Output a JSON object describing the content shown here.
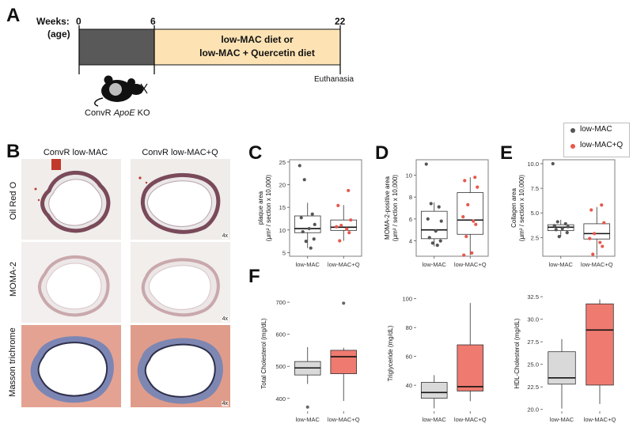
{
  "panels": {
    "a": "A",
    "b": "B",
    "c": "C",
    "d": "D",
    "e": "E",
    "f": "F"
  },
  "timeline": {
    "weeks_label": "Weeks:",
    "age_label": "(age)",
    "tick_start": "0",
    "tick_mid": "6",
    "tick_end": "22",
    "diet_line1": "low-MAC diet or",
    "diet_line2": "low-MAC + Quercetin diet",
    "euthanasia": "Euthanasia",
    "mouse_prefix": "ConvR ",
    "mouse_gene": "ApoE",
    "mouse_suffix": " KO",
    "colors": {
      "phase1": "#595959",
      "phase2": "#fde3b4"
    }
  },
  "histology": {
    "col_headers": [
      "ConvR low-MAC",
      "ConvR low-MAC+Q"
    ],
    "row_labels": [
      "Oil Red O",
      "MOMA-2",
      "Masson trichrome"
    ],
    "magnification": "4x"
  },
  "legend": {
    "entries": [
      {
        "label": "low-MAC",
        "color": "#555555"
      },
      {
        "label": "low-MAC+Q",
        "color": "#e8584c"
      }
    ]
  },
  "chart_data": [
    {
      "panel": "C",
      "type": "scatter",
      "ylabel_line1": "plaque area",
      "ylabel_line2": "(μm² / section x 10,000)",
      "categories": [
        "low-MAC",
        "low-MAC+Q"
      ],
      "ylim": [
        4.2,
        25.5
      ],
      "yticks": [
        5,
        10,
        15,
        20,
        25
      ],
      "boxes": [
        {
          "q1": 9.4,
          "median": 10.3,
          "q3": 13.1,
          "min": 6.0,
          "max": 16.0
        },
        {
          "q1": 9.9,
          "median": 10.6,
          "q3": 12.2,
          "min": 7.6,
          "max": 15.5
        }
      ],
      "series": [
        {
          "name": "low-MAC",
          "values": [
            24.2,
            21.1,
            13.5,
            12.7,
            11.2,
            10.3,
            9.6,
            8.0,
            7.5,
            6.0
          ]
        },
        {
          "name": "low-MAC+Q",
          "values": [
            18.7,
            15.4,
            12.2,
            11.0,
            10.7,
            10.2,
            9.4,
            7.6
          ]
        }
      ]
    },
    {
      "panel": "D",
      "type": "scatter",
      "ylabel_line1": "MOMA-2-positive area",
      "ylabel_line2": "(μm² / section x 10,000)",
      "categories": [
        "low-MAC",
        "low-MAC+Q"
      ],
      "ylim": [
        2.6,
        11.4
      ],
      "yticks": [
        4,
        6,
        8,
        10
      ],
      "boxes": [
        {
          "q1": 4.2,
          "median": 5.0,
          "q3": 6.7,
          "min": 3.5,
          "max": 7.5
        },
        {
          "q1": 4.6,
          "median": 5.9,
          "q3": 8.4,
          "min": 2.7,
          "max": 9.8
        }
      ],
      "series": [
        {
          "name": "low-MAC",
          "values": [
            11.0,
            7.4,
            7.1,
            6.0,
            5.8,
            4.9,
            4.3,
            4.0,
            3.8,
            3.6
          ]
        },
        {
          "name": "low-MAC+Q",
          "values": [
            9.8,
            9.5,
            8.9,
            7.3,
            6.2,
            5.8,
            5.5,
            4.4,
            2.9,
            2.7
          ]
        }
      ]
    },
    {
      "panel": "E",
      "type": "scatter",
      "ylabel_line1": "Collagen area",
      "ylabel_line2": "(μm² / section x 10,000)",
      "categories": [
        "low-MAC",
        "low-MAC+Q"
      ],
      "ylim": [
        0.6,
        10.4
      ],
      "yticks": [
        2.5,
        5.0,
        7.5,
        10.0
      ],
      "ytick_labels": [
        "2.5",
        "5.0",
        "7.5",
        "10.0"
      ],
      "boxes": [
        {
          "q1": 3.2,
          "median": 3.55,
          "q3": 3.8,
          "min": 2.6,
          "max": 4.3
        },
        {
          "q1": 2.35,
          "median": 2.9,
          "q3": 3.9,
          "min": 0.7,
          "max": 5.6
        }
      ],
      "series": [
        {
          "name": "low-MAC",
          "values": [
            10.0,
            4.1,
            3.9,
            3.7,
            3.6,
            3.4,
            3.3,
            3.0,
            2.6
          ]
        },
        {
          "name": "low-MAC+Q",
          "values": [
            5.8,
            5.3,
            4.0,
            2.9,
            2.4,
            2.0,
            1.6,
            0.8
          ]
        }
      ]
    },
    {
      "panel": "F1",
      "type": "bar",
      "ylabel": "Total Cholesterol (mg/dL)",
      "categories": [
        "low-MAC",
        "low-MAC+Q"
      ],
      "ylim": [
        360,
        720
      ],
      "yticks": [
        400,
        500,
        600,
        700
      ],
      "boxes": [
        {
          "q1": 473,
          "median": 495,
          "q3": 515,
          "min": 445,
          "max": 560,
          "fill": "#d9d9d9"
        },
        {
          "q1": 477,
          "median": 530,
          "q3": 550,
          "min": 392,
          "max": 558,
          "fill": "#ef7a70"
        }
      ],
      "outliers": [
        {
          "category": "low-MAC",
          "value": 373
        },
        {
          "category": "low-MAC+Q",
          "value": 697
        }
      ]
    },
    {
      "panel": "F2",
      "type": "bar",
      "ylabel": "Triglyceride (mg/dL)",
      "categories": [
        "low-MAC",
        "low-MAC+Q"
      ],
      "ylim": [
        22,
        102
      ],
      "yticks": [
        40,
        60,
        80,
        100
      ],
      "boxes": [
        {
          "q1": 31,
          "median": 35,
          "q3": 42,
          "min": 24,
          "max": 47,
          "fill": "#d9d9d9"
        },
        {
          "q1": 36,
          "median": 39,
          "q3": 68,
          "min": 29,
          "max": 97,
          "fill": "#ef7a70"
        }
      ],
      "outliers": []
    },
    {
      "panel": "F3",
      "type": "bar",
      "ylabel": "HDL-Cholesterol (mg/dL)",
      "categories": [
        "low-MAC",
        "low-MAC+Q"
      ],
      "ylim": [
        19.8,
        32.6
      ],
      "yticks": [
        20.0,
        22.5,
        25.0,
        27.5,
        30.0,
        32.5
      ],
      "ytick_labels": [
        "20.0",
        "22.5",
        "25.0",
        "27.5",
        "30.0",
        "32.5"
      ],
      "boxes": [
        {
          "q1": 22.8,
          "median": 23.5,
          "q3": 26.4,
          "min": 20.1,
          "max": 27.8,
          "fill": "#d9d9d9"
        },
        {
          "q1": 22.7,
          "median": 28.8,
          "q3": 31.7,
          "min": 20.6,
          "max": 32.2,
          "fill": "#ef7a70"
        }
      ],
      "outliers": []
    }
  ]
}
